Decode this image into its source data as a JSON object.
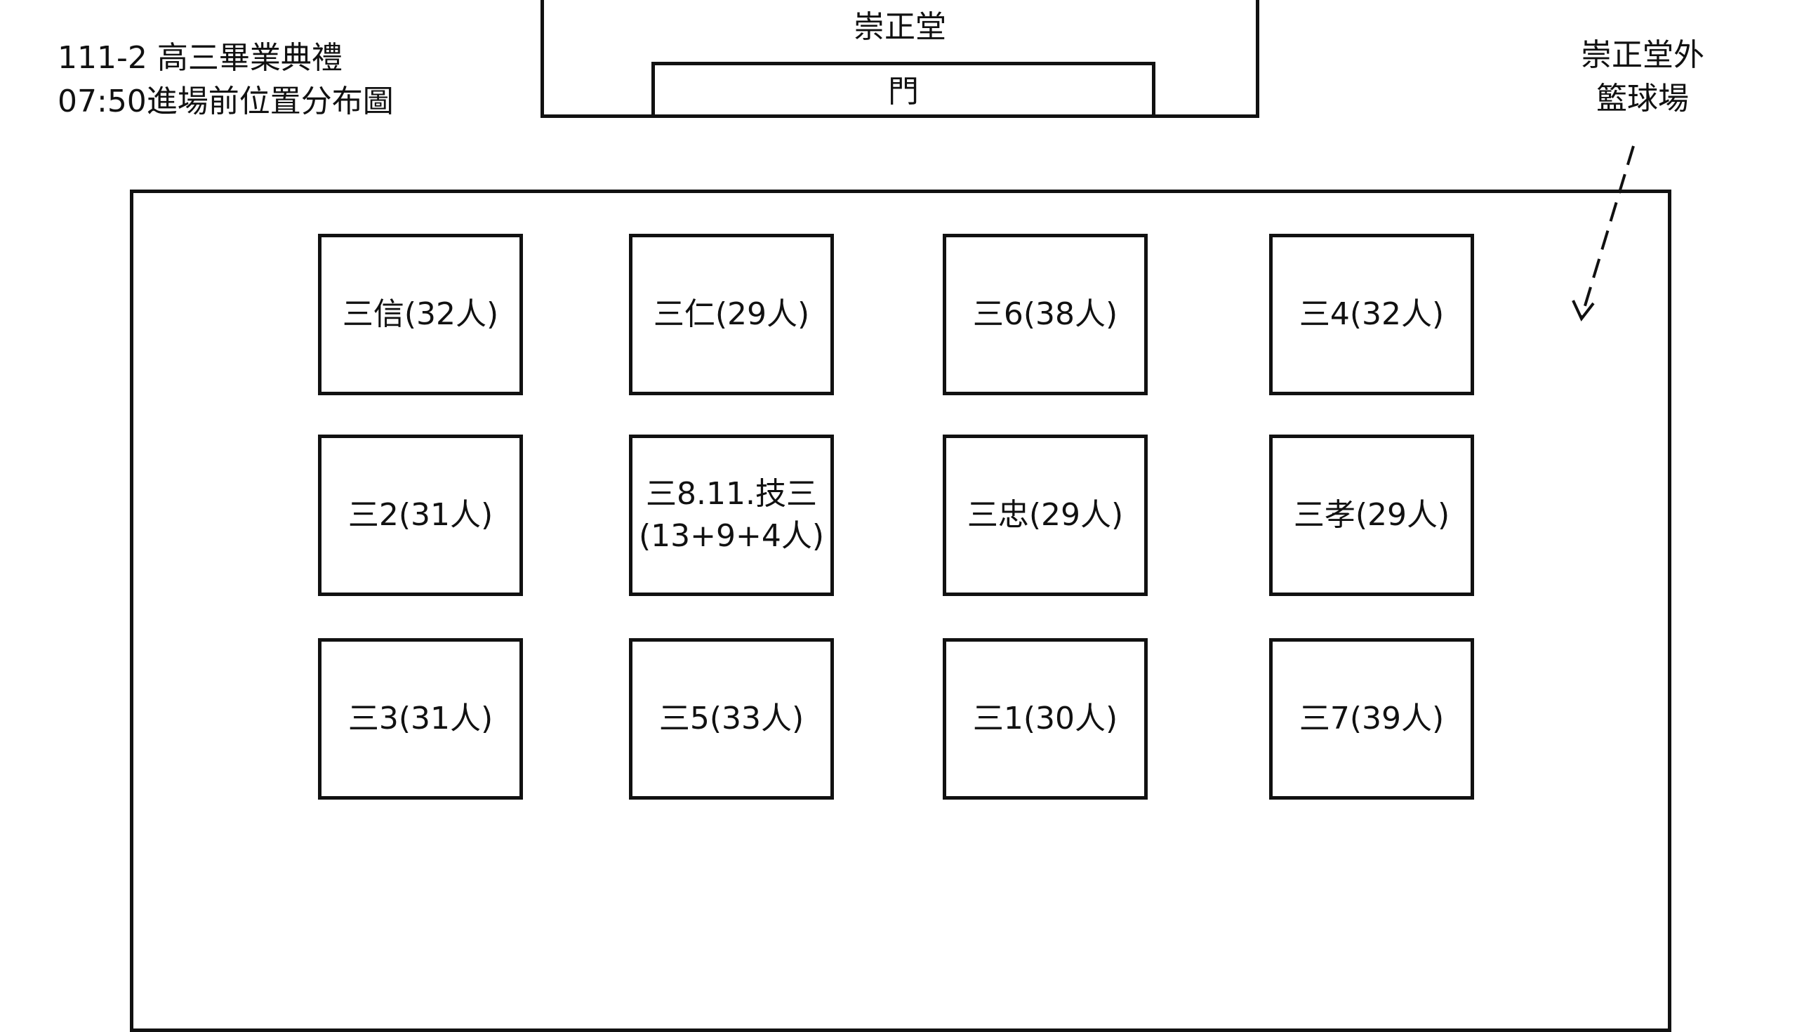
{
  "title": {
    "line1": "111-2 高三畢業典禮",
    "line2": "07:50進場前位置分布圖"
  },
  "hall": {
    "label": "崇正堂",
    "door_label": "門"
  },
  "outside": {
    "line1": "崇正堂外",
    "line2": "籃球場"
  },
  "classes": {
    "row1": [
      "三信(32人)",
      "三仁(29人)",
      "三6(38人)",
      "三4(32人)"
    ],
    "row2": [
      "三2(31人)",
      "三8.11.技三",
      "三忠(29人)",
      "三孝(29人)"
    ],
    "row2_extra": "(13+9+4人)",
    "row3": [
      "三3(31人)",
      "三5(33人)",
      "三1(30人)",
      "三7(39人)"
    ]
  }
}
